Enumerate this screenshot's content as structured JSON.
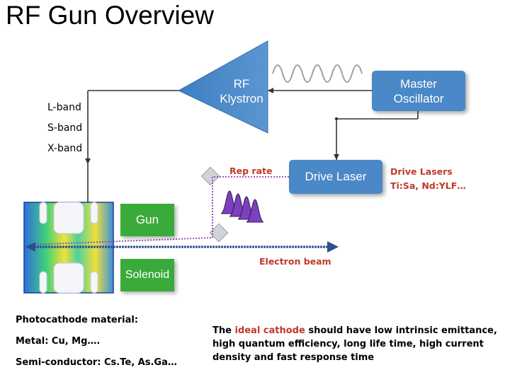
{
  "title": "RF Gun Overview",
  "bands": [
    "L-band",
    "S-band",
    "X-band"
  ],
  "components": {
    "klystron_line1": "RF",
    "klystron_line2": "Klystron",
    "master_line1": "Master",
    "master_line2": "Oscillator",
    "drive_laser": "Drive Laser",
    "gun": "Gun",
    "solenoid": "Solenoid"
  },
  "annotations": {
    "rep_rate": "Rep rate",
    "drive_lasers": "Drive Lasers",
    "laser_types": "Ti:Sa, Nd:YLF…",
    "electron_beam": "Electron beam"
  },
  "photocathode": {
    "heading": "Photocathode material:",
    "metal": "Metal: Cu, Mg….",
    "semiconductor": "Semi-conductor: Cs.Te, As.Ga…"
  },
  "ideal_cathode": {
    "prefix": "The ",
    "highlight": "ideal cathode",
    "suffix": " should have low intrinsic emittance, high quantum efficiency, long life time, high current density and fast response time"
  },
  "colors": {
    "box_blue": "#4a88c7",
    "box_green": "#3aaa3a",
    "accent_red": "#c0392b",
    "laser_purple": "#8e44ad",
    "beam_blue": "#2c4f8f"
  }
}
